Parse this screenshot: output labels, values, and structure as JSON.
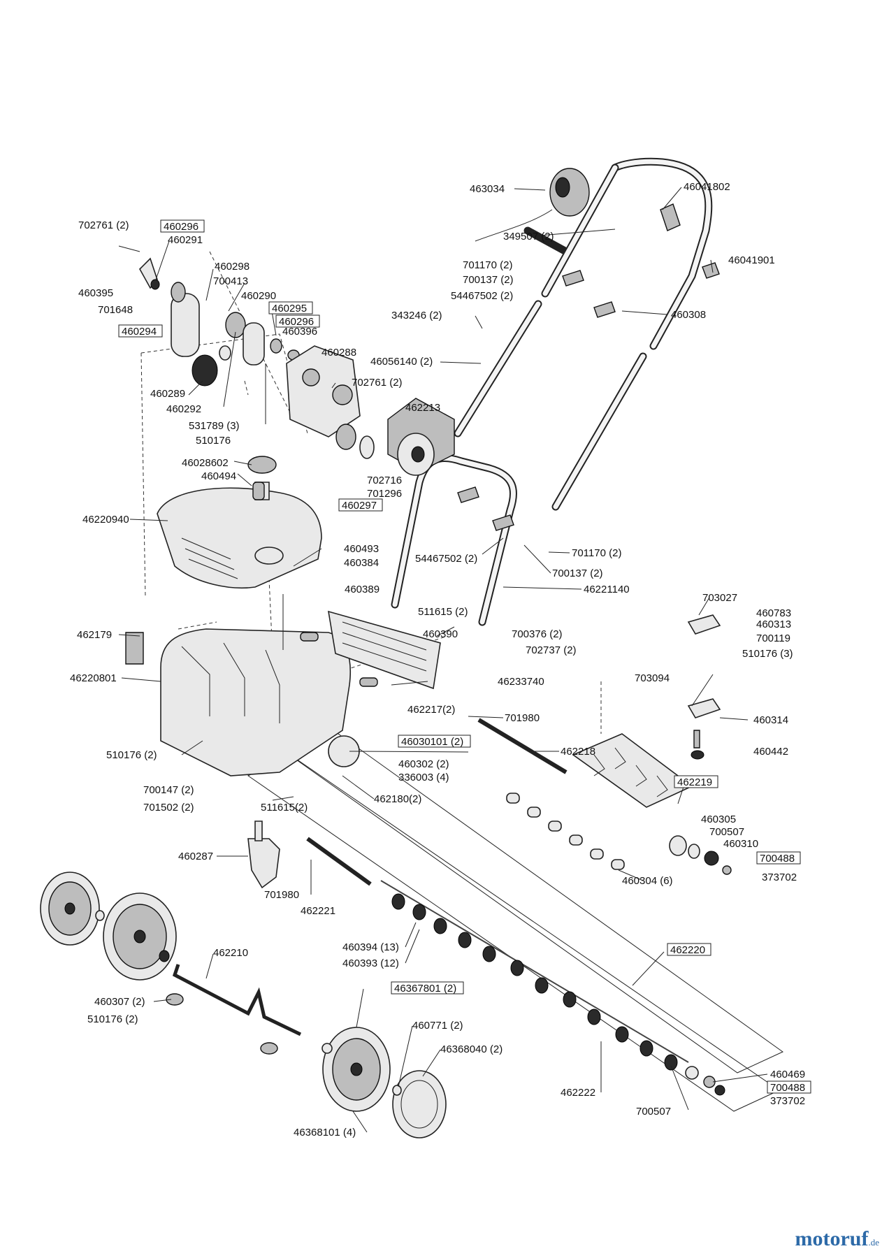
{
  "brand": {
    "name_main": "motoruf",
    "name_tld": ".de"
  },
  "labels": [
    {
      "id": "p702761a",
      "text": "702761 (2)",
      "boxed": false
    },
    {
      "id": "p460296a",
      "text": "460296",
      "boxed": true
    },
    {
      "id": "p460291",
      "text": "460291",
      "boxed": false
    },
    {
      "id": "p460395",
      "text": "460395",
      "boxed": false
    },
    {
      "id": "p701648",
      "text": "701648",
      "boxed": false
    },
    {
      "id": "p460298",
      "text": "460298",
      "boxed": false
    },
    {
      "id": "p700413",
      "text": "700413",
      "boxed": false
    },
    {
      "id": "p460290",
      "text": "460290",
      "boxed": false
    },
    {
      "id": "p460295",
      "text": "460295",
      "boxed": true
    },
    {
      "id": "p460296b",
      "text": "460296",
      "boxed": true
    },
    {
      "id": "p460294",
      "text": "460294",
      "boxed": true
    },
    {
      "id": "p460396",
      "text": "460396",
      "boxed": false
    },
    {
      "id": "p460288",
      "text": "460288",
      "boxed": false
    },
    {
      "id": "p460289",
      "text": "460289",
      "boxed": false
    },
    {
      "id": "p702761b",
      "text": "702761 (2)",
      "boxed": false
    },
    {
      "id": "p460292",
      "text": "460292",
      "boxed": false
    },
    {
      "id": "p462213",
      "text": "462213",
      "boxed": false
    },
    {
      "id": "p531789",
      "text": "531789 (3)",
      "boxed": false
    },
    {
      "id": "p510176a",
      "text": "510176",
      "boxed": false
    },
    {
      "id": "p46028602",
      "text": "46028602",
      "boxed": false
    },
    {
      "id": "p460494",
      "text": "460494",
      "boxed": false
    },
    {
      "id": "p702716",
      "text": "702716",
      "boxed": false
    },
    {
      "id": "p701296",
      "text": "701296",
      "boxed": false
    },
    {
      "id": "p460297",
      "text": "460297",
      "boxed": true
    },
    {
      "id": "p46220940",
      "text": "46220940",
      "boxed": false
    },
    {
      "id": "p460493",
      "text": "460493",
      "boxed": false
    },
    {
      "id": "p460384",
      "text": "460384",
      "boxed": false
    },
    {
      "id": "p460389",
      "text": "460389",
      "boxed": false
    },
    {
      "id": "p463034",
      "text": "463034",
      "boxed": false
    },
    {
      "id": "p46041802",
      "text": "46041802",
      "boxed": false
    },
    {
      "id": "p349507",
      "text": "349507 (2)",
      "boxed": false
    },
    {
      "id": "p701170a",
      "text": "701170 (2)",
      "boxed": false
    },
    {
      "id": "p700137a",
      "text": "700137 (2)",
      "boxed": false
    },
    {
      "id": "p54467502a",
      "text": "54467502 (2)",
      "boxed": false
    },
    {
      "id": "p46041901",
      "text": "46041901",
      "boxed": false
    },
    {
      "id": "p343246",
      "text": "343246 (2)",
      "boxed": false
    },
    {
      "id": "p460308",
      "text": "460308",
      "boxed": false
    },
    {
      "id": "p46056140",
      "text": "46056140 (2)",
      "boxed": false
    },
    {
      "id": "p54467502b",
      "text": "54467502 (2)",
      "boxed": false
    },
    {
      "id": "p701170b",
      "text": "701170 (2)",
      "boxed": false
    },
    {
      "id": "p700137b",
      "text": "700137 (2)",
      "boxed": false
    },
    {
      "id": "p46221140",
      "text": "46221140",
      "boxed": false
    },
    {
      "id": "p511615a",
      "text": "511615 (2)",
      "boxed": false
    },
    {
      "id": "p460390",
      "text": "460390",
      "boxed": false
    },
    {
      "id": "p700376",
      "text": "700376 (2)",
      "boxed": false
    },
    {
      "id": "p702737",
      "text": "702737 (2)",
      "boxed": false
    },
    {
      "id": "p703027",
      "text": "703027",
      "boxed": false
    },
    {
      "id": "p460783",
      "text": "460783",
      "boxed": false
    },
    {
      "id": "p460313",
      "text": "460313",
      "boxed": false
    },
    {
      "id": "p700119",
      "text": "700119",
      "boxed": false
    },
    {
      "id": "p510176b",
      "text": "510176 (3)",
      "boxed": false
    },
    {
      "id": "p703094",
      "text": "703094",
      "boxed": false
    },
    {
      "id": "p462179",
      "text": "462179",
      "boxed": false
    },
    {
      "id": "p46220801",
      "text": "46220801",
      "boxed": false
    },
    {
      "id": "p46233740",
      "text": "46233740",
      "boxed": false
    },
    {
      "id": "p462217",
      "text": "462217(2)",
      "boxed": false
    },
    {
      "id": "p701980a",
      "text": "701980",
      "boxed": false
    },
    {
      "id": "p460314",
      "text": "460314",
      "boxed": false
    },
    {
      "id": "p46030101",
      "text": "46030101 (2)",
      "boxed": true
    },
    {
      "id": "p510176c",
      "text": "510176 (2)",
      "boxed": false
    },
    {
      "id": "p460442",
      "text": "460442",
      "boxed": false
    },
    {
      "id": "p462218",
      "text": "462218",
      "boxed": false
    },
    {
      "id": "p460302",
      "text": "460302 (2)",
      "boxed": false
    },
    {
      "id": "p336003",
      "text": "336003 (4)",
      "boxed": false
    },
    {
      "id": "p700147",
      "text": "700147 (2)",
      "boxed": false
    },
    {
      "id": "p701502",
      "text": "701502 (2)",
      "boxed": false
    },
    {
      "id": "p462180",
      "text": "462180(2)",
      "boxed": false
    },
    {
      "id": "p511615b",
      "text": "511615(2)",
      "boxed": false
    },
    {
      "id": "p462219",
      "text": "462219",
      "boxed": true
    },
    {
      "id": "p460305",
      "text": "460305",
      "boxed": false
    },
    {
      "id": "p700507a",
      "text": "700507",
      "boxed": false
    },
    {
      "id": "p460310",
      "text": "460310",
      "boxed": false
    },
    {
      "id": "p700488a",
      "text": "700488",
      "boxed": true
    },
    {
      "id": "p373702a",
      "text": "373702",
      "boxed": false
    },
    {
      "id": "p460287",
      "text": "460287",
      "boxed": false
    },
    {
      "id": "p460304",
      "text": "460304 (6)",
      "boxed": false
    },
    {
      "id": "p701980b",
      "text": "701980",
      "boxed": false
    },
    {
      "id": "p462221",
      "text": "462221",
      "boxed": false
    },
    {
      "id": "p460394",
      "text": "460394 (13)",
      "boxed": false
    },
    {
      "id": "p460393",
      "text": "460393 (12)",
      "boxed": false
    },
    {
      "id": "p462210",
      "text": "462210",
      "boxed": false
    },
    {
      "id": "p462220",
      "text": "462220",
      "boxed": true
    },
    {
      "id": "p460307",
      "text": "460307 (2)",
      "boxed": false
    },
    {
      "id": "p510176d",
      "text": "510176 (2)",
      "boxed": false
    },
    {
      "id": "p46367801",
      "text": "46367801 (2)",
      "boxed": true
    },
    {
      "id": "p460771",
      "text": "460771 (2)",
      "boxed": false
    },
    {
      "id": "p46368040",
      "text": "46368040 (2)",
      "boxed": false
    },
    {
      "id": "p460469",
      "text": "460469",
      "boxed": false
    },
    {
      "id": "p700488b",
      "text": "700488",
      "boxed": true
    },
    {
      "id": "p373702b",
      "text": "373702",
      "boxed": false
    },
    {
      "id": "p462222",
      "text": "462222",
      "boxed": false
    },
    {
      "id": "p700507b",
      "text": "700507",
      "boxed": false
    },
    {
      "id": "p46368101",
      "text": "46368101 (4)",
      "boxed": false
    }
  ]
}
